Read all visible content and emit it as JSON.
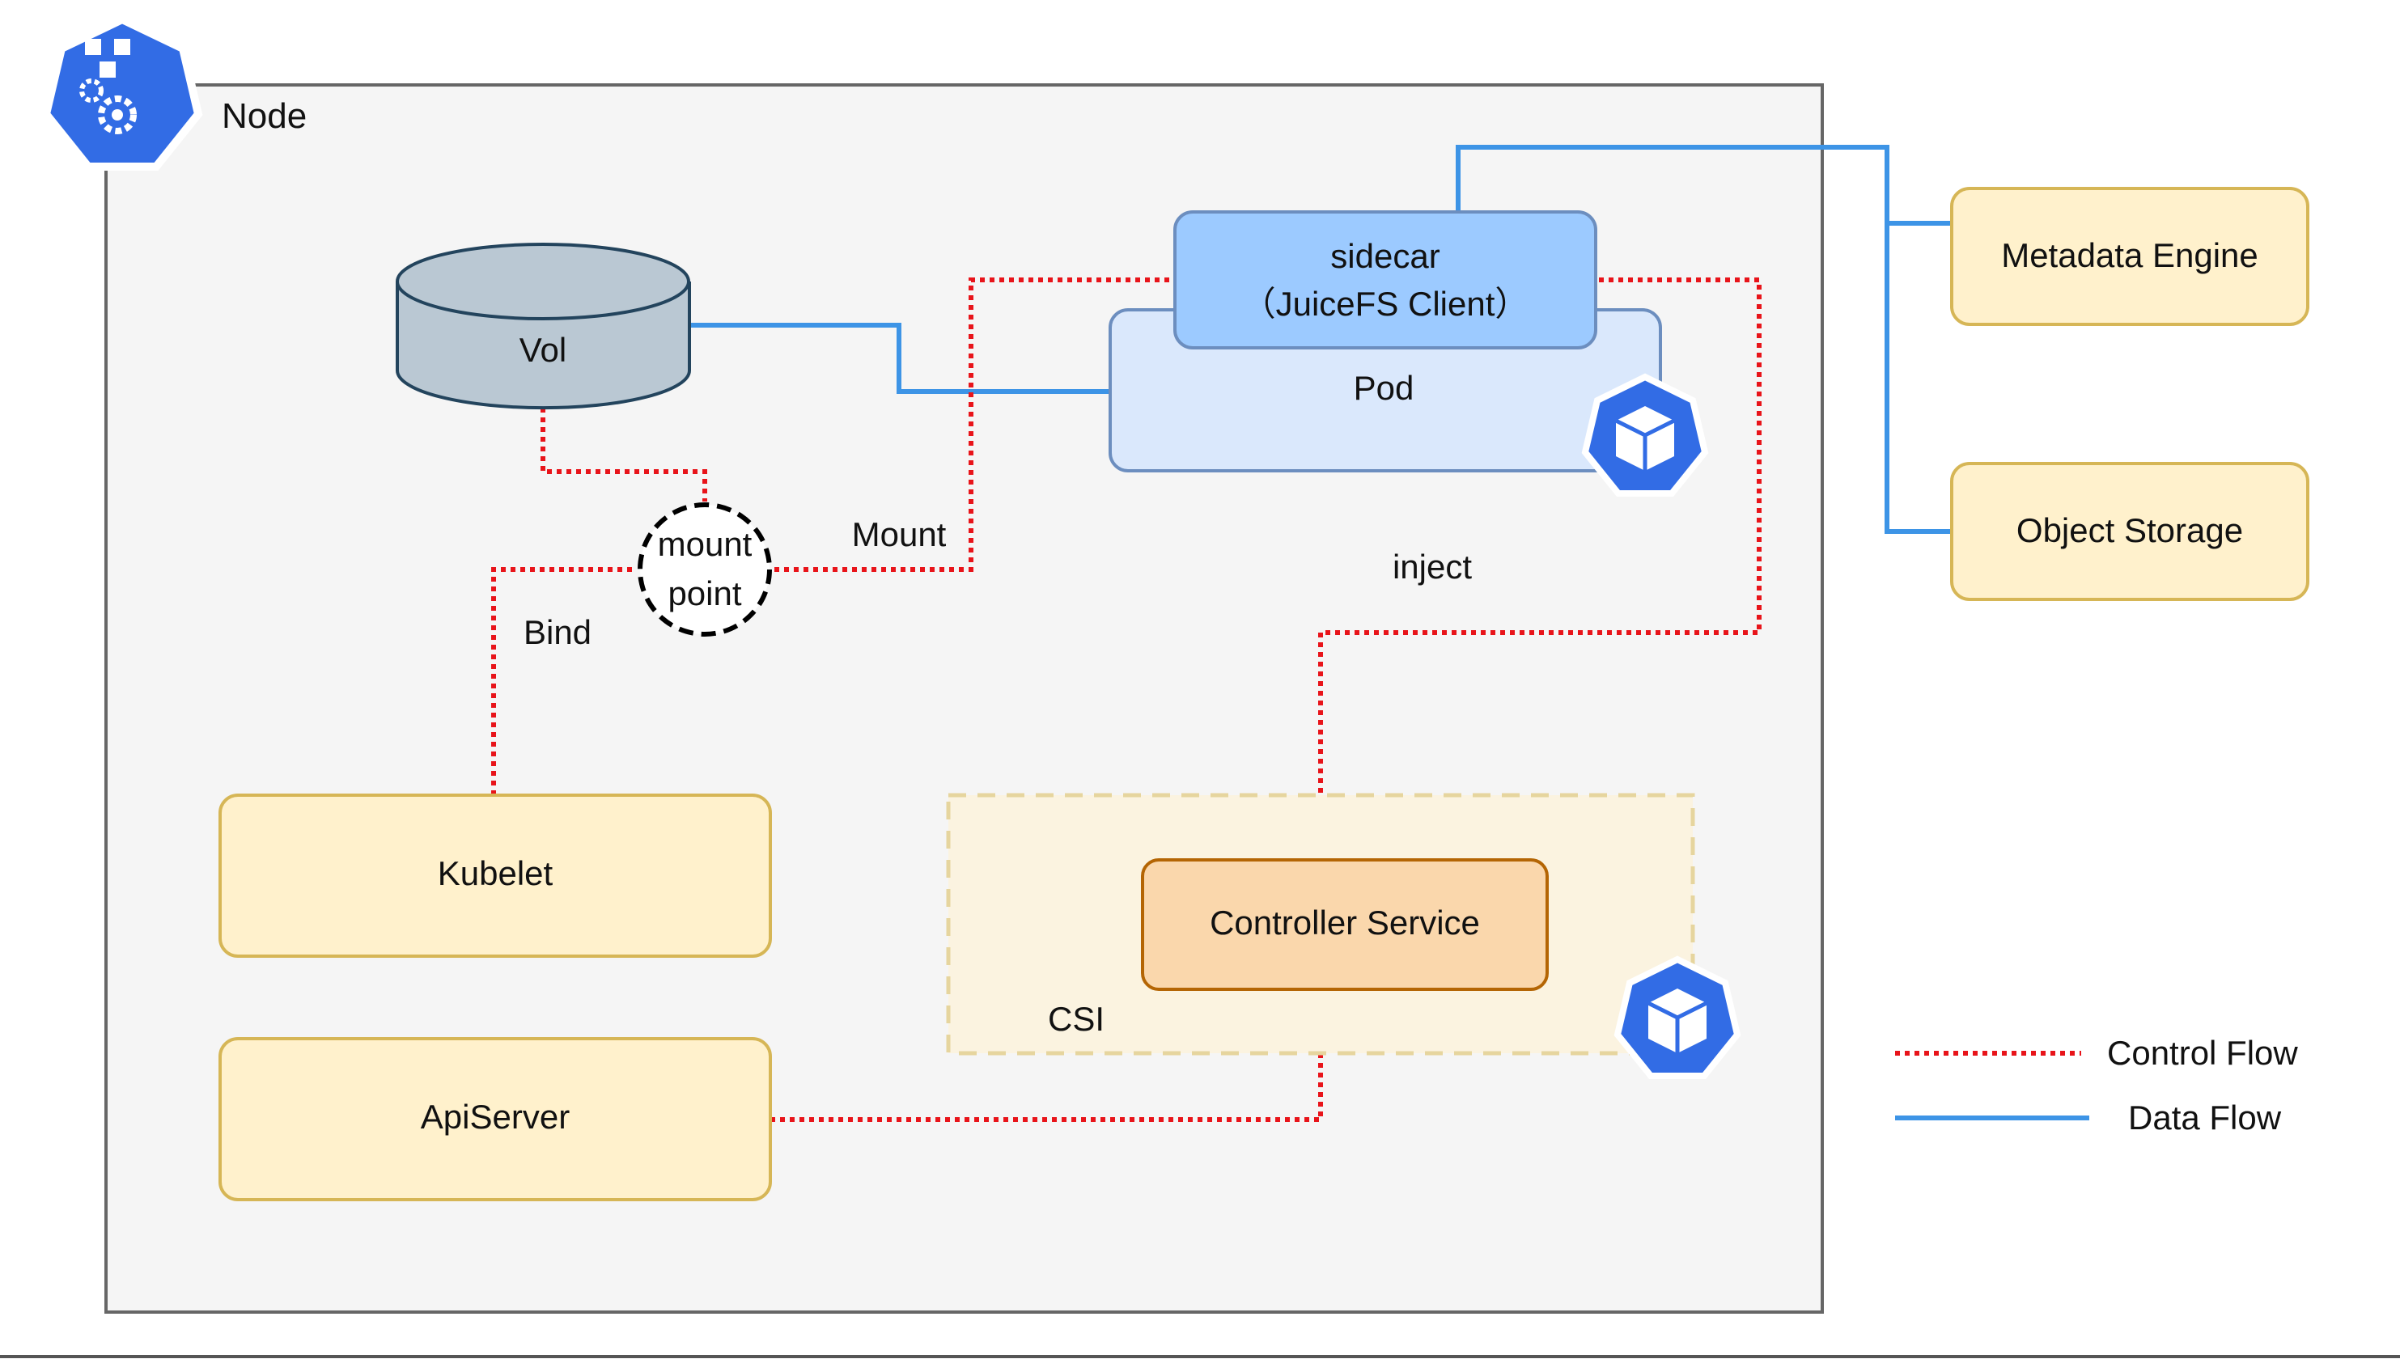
{
  "node": {
    "label": "Node"
  },
  "vol": {
    "label": "Vol"
  },
  "sidecar": {
    "line1": "sidecar",
    "line2": "（JuiceFS Client）"
  },
  "pod": {
    "label": "Pod"
  },
  "mount_point": {
    "line1": "mount",
    "line2": "point"
  },
  "edges": {
    "mount": "Mount",
    "bind": "Bind",
    "inject": "inject"
  },
  "kubelet": {
    "label": "Kubelet"
  },
  "apiserver": {
    "label": "ApiServer"
  },
  "csi": {
    "label": "CSI"
  },
  "controller": {
    "label": "Controller Service"
  },
  "metadata_engine": {
    "label": "Metadata Engine"
  },
  "object_storage": {
    "label": "Object Storage"
  },
  "legend": {
    "control_flow": "Control Flow",
    "data_flow": "Data Flow"
  },
  "icons": {
    "node": "kubernetes-node-icon",
    "pod": "kubernetes-pod-icon",
    "csi": "kubernetes-pod-icon"
  },
  "colors": {
    "control_flow": "#e8141a",
    "data_flow": "#3d94e6",
    "k8s_blue": "#326ce5",
    "node_fill": "#f5f5f5",
    "node_stroke": "#666666",
    "yellow_fill": "#fff1cc",
    "yellow_stroke": "#d6b656",
    "vol_fill": "#bac8d3",
    "vol_stroke": "#23445d",
    "pod_fill": "#dae8fc",
    "pod_stroke": "#6c8ebf",
    "sidecar_fill": "#9ccaff",
    "controller_fill": "#fad7ac",
    "controller_stroke": "#b46504",
    "csi_fill": "#fbf3e0"
  }
}
